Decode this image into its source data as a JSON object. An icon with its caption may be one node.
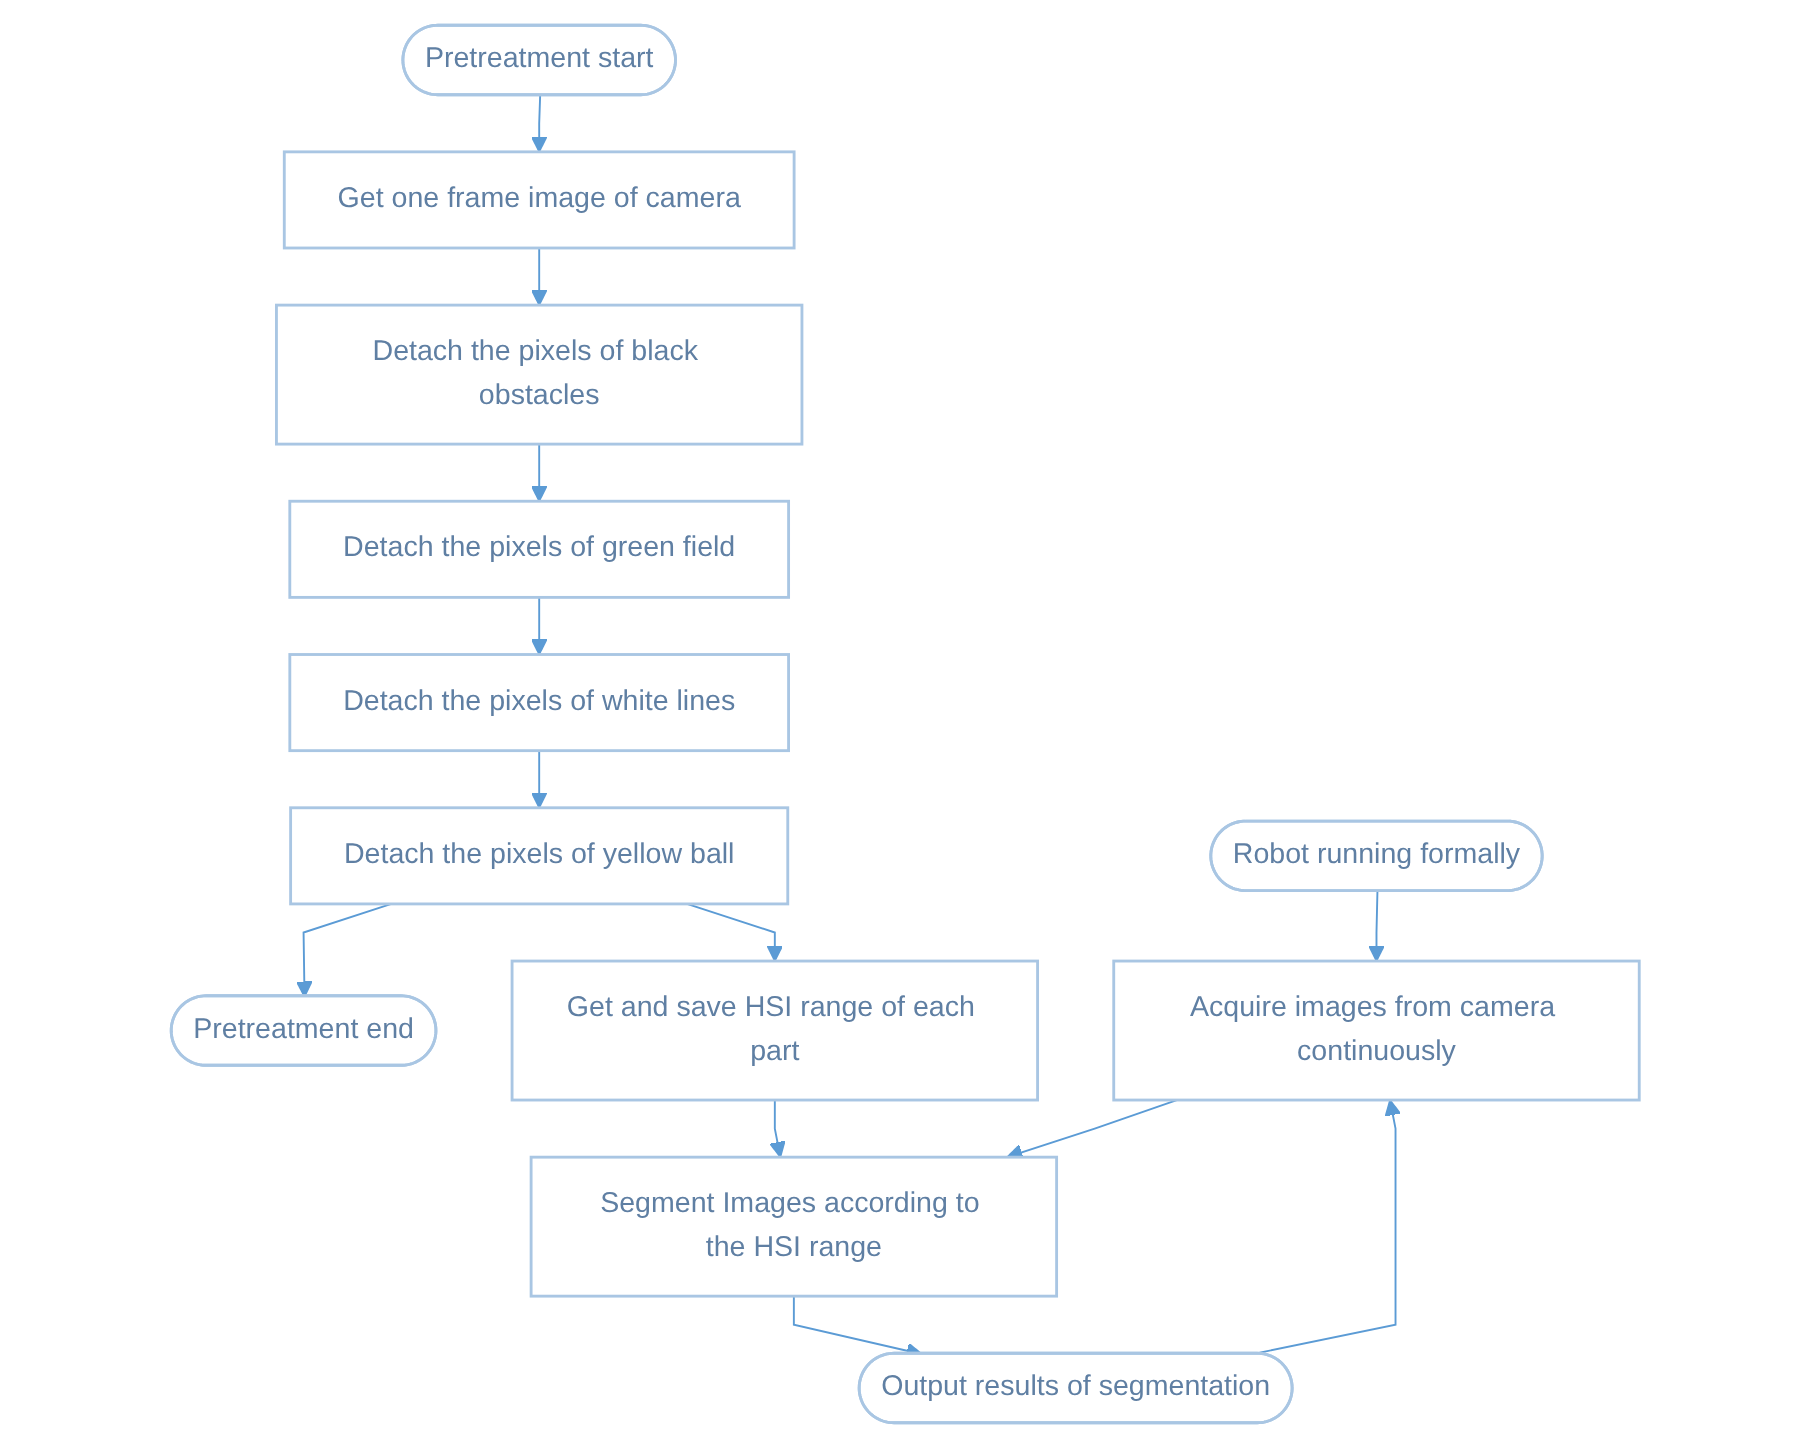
{
  "diagram": {
    "nodes": [
      {
        "text": [
          "Pretreatment start"
        ]
      },
      {
        "text": [
          "Get one frame image of camera"
        ]
      },
      {
        "text": [
          "Detach the pixels of black obstacles"
        ]
      },
      {
        "text": [
          "Detach the pixels of green field"
        ]
      },
      {
        "text": [
          "Detach the pixels of white lines"
        ]
      },
      {
        "text": [
          "Detach the pixels of yellow ball"
        ]
      },
      {
        "text": [
          "Pretreatment end"
        ]
      },
      {
        "text": [
          "Get and save HSI range of each part"
        ]
      },
      {
        "text": [
          "Robot running formally"
        ]
      },
      {
        "text": [
          "Acquire images from camera continuously"
        ]
      },
      {
        "text": [
          "Segment Images according to the HSI range"
        ]
      },
      {
        "text": [
          "Output results of segmentation"
        ]
      }
    ],
    "edges": [
      {
        "from": 0,
        "to": 1,
        "arrow": "to"
      },
      {
        "from": 1,
        "to": 2,
        "arrow": "to"
      },
      {
        "from": 2,
        "to": 3,
        "arrow": "to"
      },
      {
        "from": 3,
        "to": 4,
        "arrow": "to"
      },
      {
        "from": 4,
        "to": 5,
        "arrow": "to"
      },
      {
        "from": 5,
        "to": 6,
        "arrow": "to"
      },
      {
        "from": 5,
        "to": 7,
        "arrow": "to"
      },
      {
        "from": 7,
        "to": 10,
        "arrow": "to"
      },
      {
        "from": 8,
        "to": 9,
        "arrow": "to"
      },
      {
        "from": 9,
        "to": 10,
        "arrow": "to"
      },
      {
        "from": 10,
        "to": 11,
        "arrow": "to"
      },
      {
        "from": 11,
        "to": 9,
        "arrow": "to"
      }
    ]
  }
}
